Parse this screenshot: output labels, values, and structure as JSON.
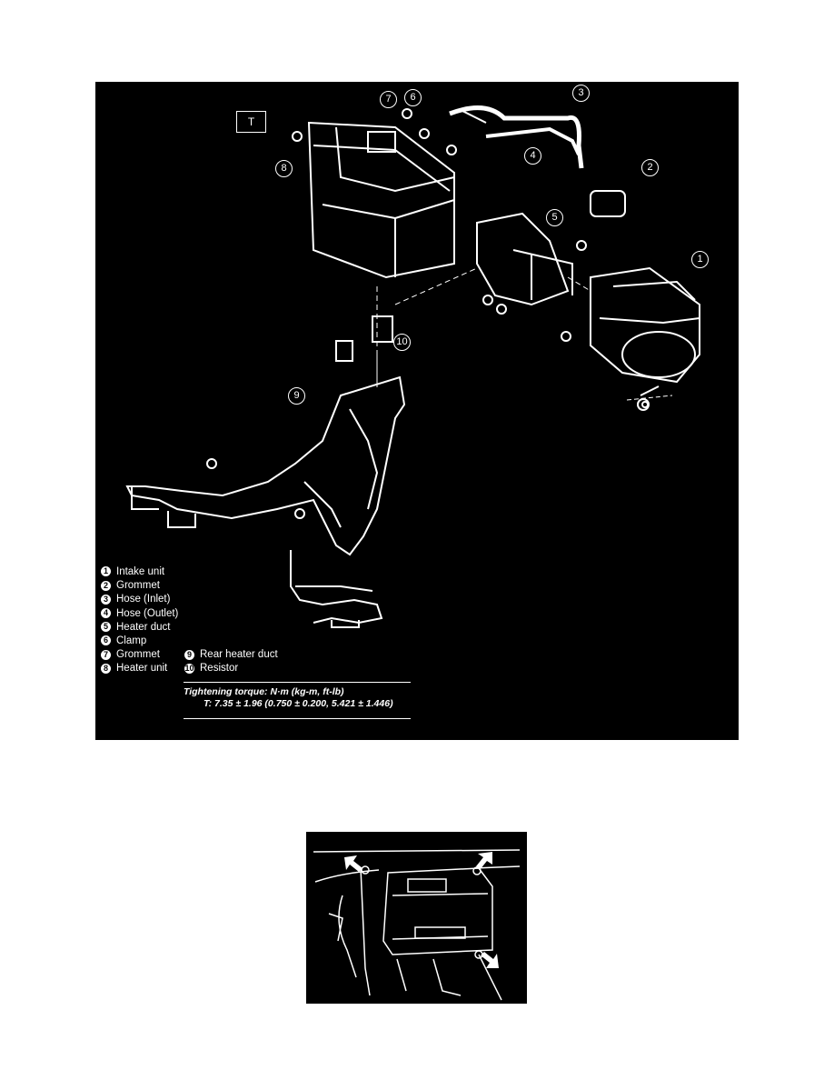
{
  "diagram": {
    "tag_label": "T",
    "callouts": [
      "1",
      "2",
      "3",
      "4",
      "5",
      "6",
      "7",
      "8",
      "9",
      "10"
    ],
    "legend": [
      {
        "num": "1",
        "label": "Intake unit"
      },
      {
        "num": "2",
        "label": "Grommet"
      },
      {
        "num": "3",
        "label": "Hose (Inlet)"
      },
      {
        "num": "4",
        "label": "Hose (Outlet)"
      },
      {
        "num": "5",
        "label": "Heater duct"
      },
      {
        "num": "6",
        "label": "Clamp"
      },
      {
        "num": "7",
        "label": "Grommet"
      },
      {
        "num": "8",
        "label": "Heater unit"
      }
    ],
    "legend_col2": [
      {
        "num": "9",
        "label": "Rear heater duct"
      },
      {
        "num": "10",
        "label": "Resistor"
      }
    ],
    "torque_title": "Tightening torque: N·m (kg-m, ft-lb)",
    "torque_value": "T: 7.35 ± 1.96 (0.750 ± 0.200, 5.421 ± 1.446)"
  }
}
